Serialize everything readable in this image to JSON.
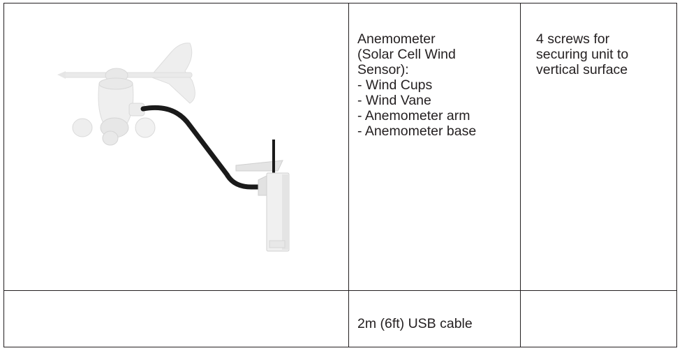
{
  "table": {
    "row1": {
      "col2_text": "Anemometer\n(Solar Cell Wind\nSensor):\n- Wind Cups\n- Wind Vane\n- Anemometer arm\n- Anemometer base",
      "col3_text": "4 screws for\nsecuring unit to\nvertical surface"
    },
    "row2": {
      "col2_text": "2m (6ft) USB cable",
      "col3_text": ""
    }
  },
  "colors": {
    "border": "#231f20",
    "text": "#231f20",
    "plastic": "#f1f1f1",
    "cable": "#1a1a1a"
  }
}
